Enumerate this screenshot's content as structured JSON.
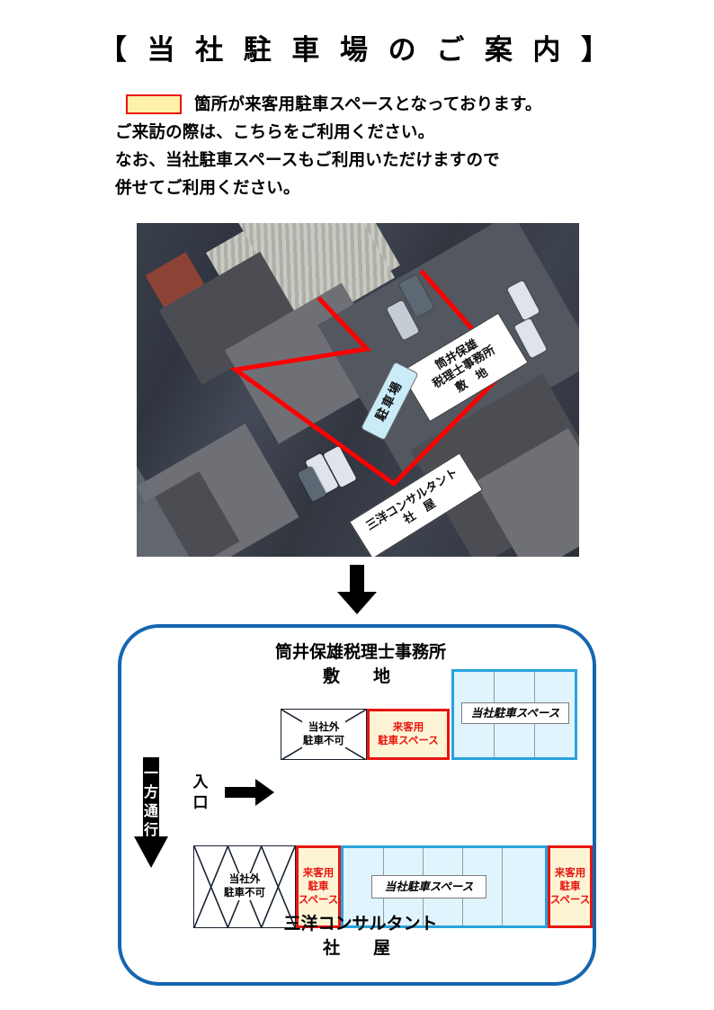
{
  "document": {
    "title": "【 当 社 駐 車 場 の ご 案 内 】"
  },
  "intro": {
    "line1_after_swatch": "箇所が来客用駐車スペースとなっております。",
    "line2": "ご来訪の際は、こちらをご利用ください。",
    "line3": "なお、当社駐車スペースもご利用いただけますので",
    "line4": "併せてご利用ください。",
    "swatch_fill": "#FFF2A8",
    "swatch_border": "#EE1111"
  },
  "photo": {
    "labels": {
      "office_line1": "筒井保雄",
      "office_line2": "税理士事務所",
      "office_line3": "敷　地",
      "parking": "駐車場",
      "sanyo_line1": "三洋コンサルタント",
      "sanyo_line2": "社　屋"
    },
    "boundary_color": "#FF0000"
  },
  "flow_arrow": {
    "name": "down-arrow",
    "color": "#000000"
  },
  "diagram": {
    "frame_color": "#1565B0",
    "title_line1": "筒井保雄税理士事務所",
    "title_line2": "敷　地",
    "footer_line1": "三洋コンサルタント",
    "footer_line2": "社　屋",
    "oneway_text": "一方通行",
    "entrance_label": "入口",
    "upper_row": {
      "no_parking_line1": "当社外",
      "no_parking_line2": "駐車不可",
      "visitor_line1": "来客用",
      "visitor_line2": "駐車スペース",
      "company_tag": "当社駐車スペース",
      "company_columns": 3
    },
    "lower_row": {
      "no_parking_line1": "当社外",
      "no_parking_line2": "駐車不可",
      "no_parking_cells": 3,
      "visitor_left_line1": "来客用",
      "visitor_left_line2": "駐車",
      "visitor_left_line3": "スペース",
      "company_tag": "当社駐車スペース",
      "company_columns": 5,
      "visitor_right_line1": "来客用",
      "visitor_right_line2": "駐車",
      "visitor_right_line3": "スペース"
    },
    "colors": {
      "visitor_fill": "#FDF4D6",
      "visitor_border": "#E8150F",
      "visitor_text": "#E8150F",
      "company_fill": "#DFF4FC",
      "company_border": "#29A3DC",
      "no_parking_border": "#15202E"
    }
  }
}
